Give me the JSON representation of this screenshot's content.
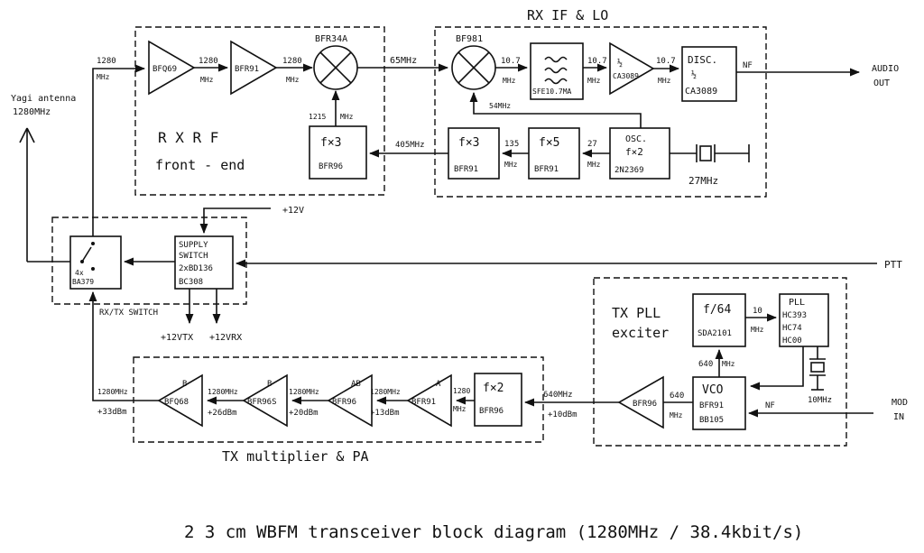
{
  "title": "2 3 cm   WBFM   transceiver   block diagram   (1280MHz / 38.4kbit/s)",
  "sections": {
    "rx_if_lo": "RX IF & LO",
    "rx_rf_1": "R X   R F",
    "rx_rf_2": "front - end",
    "tx_pll_1": "TX PLL",
    "tx_pll_2": "exciter",
    "tx_pa": "TX multiplier & PA",
    "rxtx_switch": "RX/TX SWITCH"
  },
  "antenna": {
    "line1": "Yagi antenna",
    "line2": "1280MHz"
  },
  "rx": {
    "bfq69": "BFQ69",
    "bfr91_amp": "BFR91",
    "mixer1": "BFR34A",
    "mixer2": "BF981",
    "fx3_lo": {
      "label": "f×3",
      "part": "BFR96"
    },
    "fx3_if": {
      "label": "f×3",
      "part": "BFR91"
    },
    "fx5": {
      "label": "f×5",
      "part": "BFR91"
    },
    "osc": {
      "l1": "OSC.",
      "l2": "f×2",
      "part": "2N2369"
    },
    "crystal": "27MHz",
    "sfe": "SFE10.7MA",
    "if_amp_1": "½",
    "if_amp_2": "CA3089",
    "disc": {
      "l1": "DISC.",
      "l2": "½",
      "part": "CA3089"
    },
    "nf": "NF",
    "audio_1": "AUDIO",
    "audio_2": "OUT"
  },
  "freqs": {
    "f1280a": "1280",
    "f1280a_u": "MHz",
    "f1280b": "1280",
    "f1280b_u": "MHz",
    "f1280c": "1280",
    "f1280c_u": "MHz",
    "f65": "65MHz",
    "f1215": "1215",
    "f1215_u": "MHz",
    "f405": "405MHz",
    "f135": "135",
    "f135_u": "MHz",
    "f27": "27",
    "f27_u": "MHz",
    "f54": "54MHz",
    "f107a": "10.7",
    "f107a_u": "MHz",
    "f107b": "10.7",
    "f107b_u": "MHz",
    "f107c": "10.7",
    "f107c_u": "MHz"
  },
  "switch": {
    "diodes_1": "4x",
    "diodes_2": "BA379",
    "supply_1": "SUPPLY",
    "supply_2": "SWITCH",
    "supply_3": "2xBD136",
    "supply_4": "BC308",
    "v12": "+12V",
    "v12tx": "+12VTX",
    "v12rx": "+12VRX",
    "ptt": "PTT"
  },
  "tx": {
    "div": {
      "l1": "f/64",
      "part": "SDA2101"
    },
    "pll": {
      "l1": "PLL",
      "l2": "HC393",
      "l3": "HC74",
      "l4": "HC00"
    },
    "f10": "10",
    "f10_u": "MHz",
    "f640v": "640",
    "f640v_u": "MHz",
    "xtal": "10MHz",
    "vco": {
      "l1": "VCO",
      "l2": "BFR91",
      "l3": "BB105"
    },
    "nf": "NF",
    "mod_1": "MOD",
    "mod_2": "IN",
    "f640h": "640",
    "f640h_u": "MHz",
    "bfr96_amp": "BFR96",
    "f640a": "640MHz",
    "p10": "+10dBm",
    "fx2": {
      "l1": "f×2",
      "part": "BFR96"
    },
    "f1280d": "1280",
    "f1280d_u": "MHz",
    "a_cls": "A",
    "a_part": "BFR91",
    "p13": "+13dBm",
    "f1280e": "1280MHz",
    "ab_cls": "AB",
    "ab_part": "BFR96",
    "p20": "+20dBm",
    "f1280f": "1280MHz",
    "b1_cls": "B",
    "b1_part": "BFR96S",
    "p26": "+26dBm",
    "f1280g": "1280MHz",
    "b2_cls": "B",
    "b2_part": "BFQ68",
    "f1280h": "1280MHz",
    "p33": "+33dBm"
  }
}
